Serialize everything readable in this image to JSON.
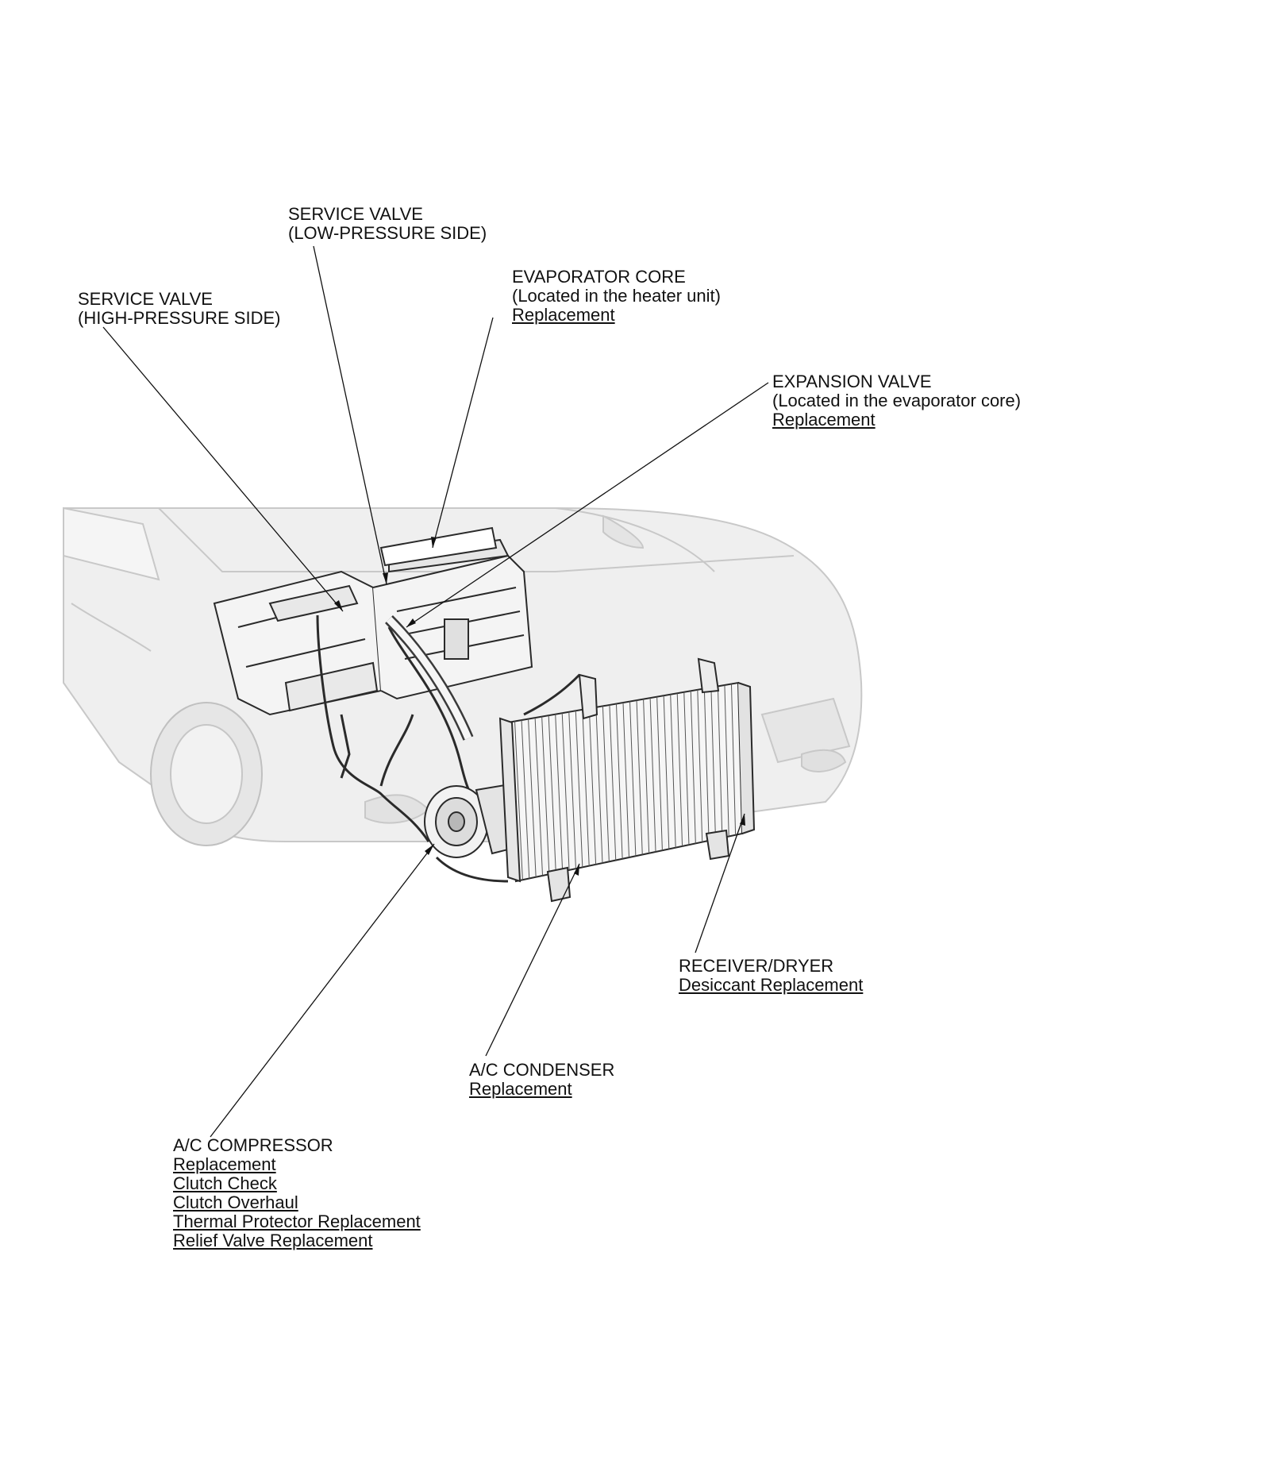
{
  "labels": {
    "svc_high": {
      "lines": [
        "SERVICE VALVE",
        "(HIGH-PRESSURE SIDE)"
      ],
      "links": []
    },
    "svc_low": {
      "lines": [
        "SERVICE VALVE",
        "(LOW-PRESSURE SIDE)"
      ],
      "links": []
    },
    "evap": {
      "lines": [
        "EVAPORATOR CORE",
        "(Located in the heater unit)"
      ],
      "links": [
        "Replacement"
      ]
    },
    "expansion": {
      "lines": [
        "EXPANSION VALVE",
        "(Located in the evaporator core)"
      ],
      "links": [
        "Replacement"
      ]
    },
    "receiver": {
      "lines": [
        "RECEIVER/DRYER"
      ],
      "links": [
        "Desiccant Replacement"
      ]
    },
    "condenser": {
      "lines": [
        "A/C CONDENSER"
      ],
      "links": [
        "Replacement"
      ]
    },
    "compressor": {
      "lines": [
        "A/C COMPRESSOR"
      ],
      "links": [
        "Replacement",
        "Clutch Check",
        "Clutch Overhaul",
        "Thermal Protector Replacement",
        "Relief Valve Replacement"
      ]
    }
  },
  "colors": {
    "text": "#111111",
    "body_fill": "#ededed",
    "body_stroke": "#c4c4c4",
    "parts_stroke": "#2a2a2a"
  }
}
